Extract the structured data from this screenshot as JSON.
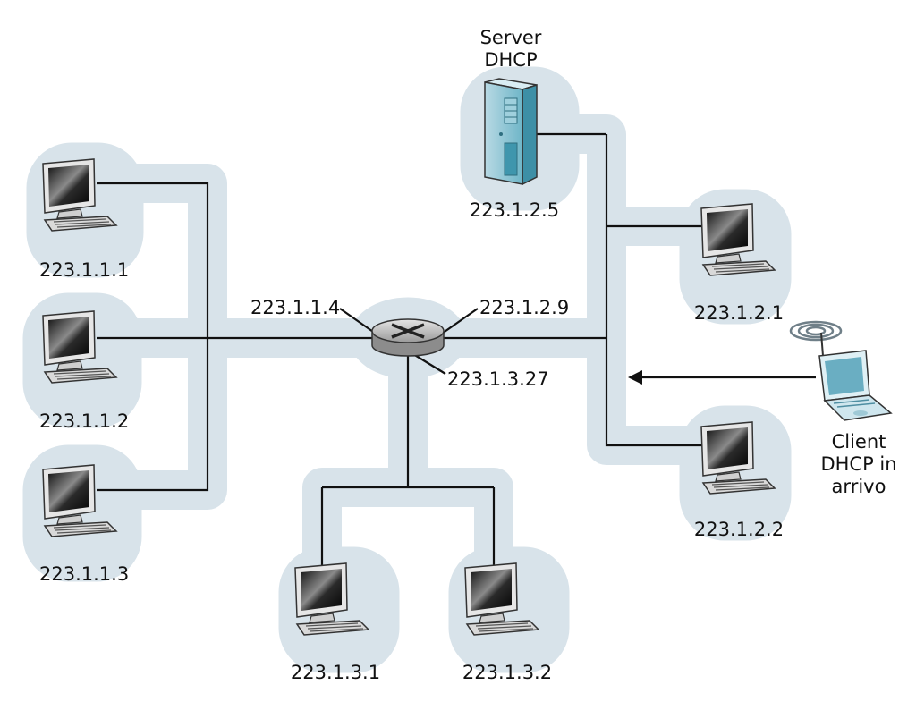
{
  "colors": {
    "halo": "#d8e3ea",
    "wire": "#111111",
    "screen_dark": "#1a1a1a",
    "server_accent": "#5fb8cc"
  },
  "hosts": {
    "h1": "223.1.1.1",
    "h2": "223.1.1.2",
    "h3": "223.1.1.3",
    "h4": "223.1.3.1",
    "h5": "223.1.3.2",
    "h6": "223.1.2.1",
    "h7": "223.1.2.2"
  },
  "router": {
    "if_left": "223.1.1.4",
    "if_right": "223.1.2.9",
    "if_bottom": "223.1.3.27"
  },
  "server": {
    "title_line1": "Server",
    "title_line2": "DHCP",
    "ip": "223.1.2.5"
  },
  "client": {
    "line1": "Client",
    "line2": "DHCP in",
    "line3": "arrivo"
  },
  "icons": {
    "computer": "desktop-computer-icon",
    "router": "router-icon",
    "server": "server-tower-icon",
    "laptop": "wireless-laptop-icon"
  }
}
